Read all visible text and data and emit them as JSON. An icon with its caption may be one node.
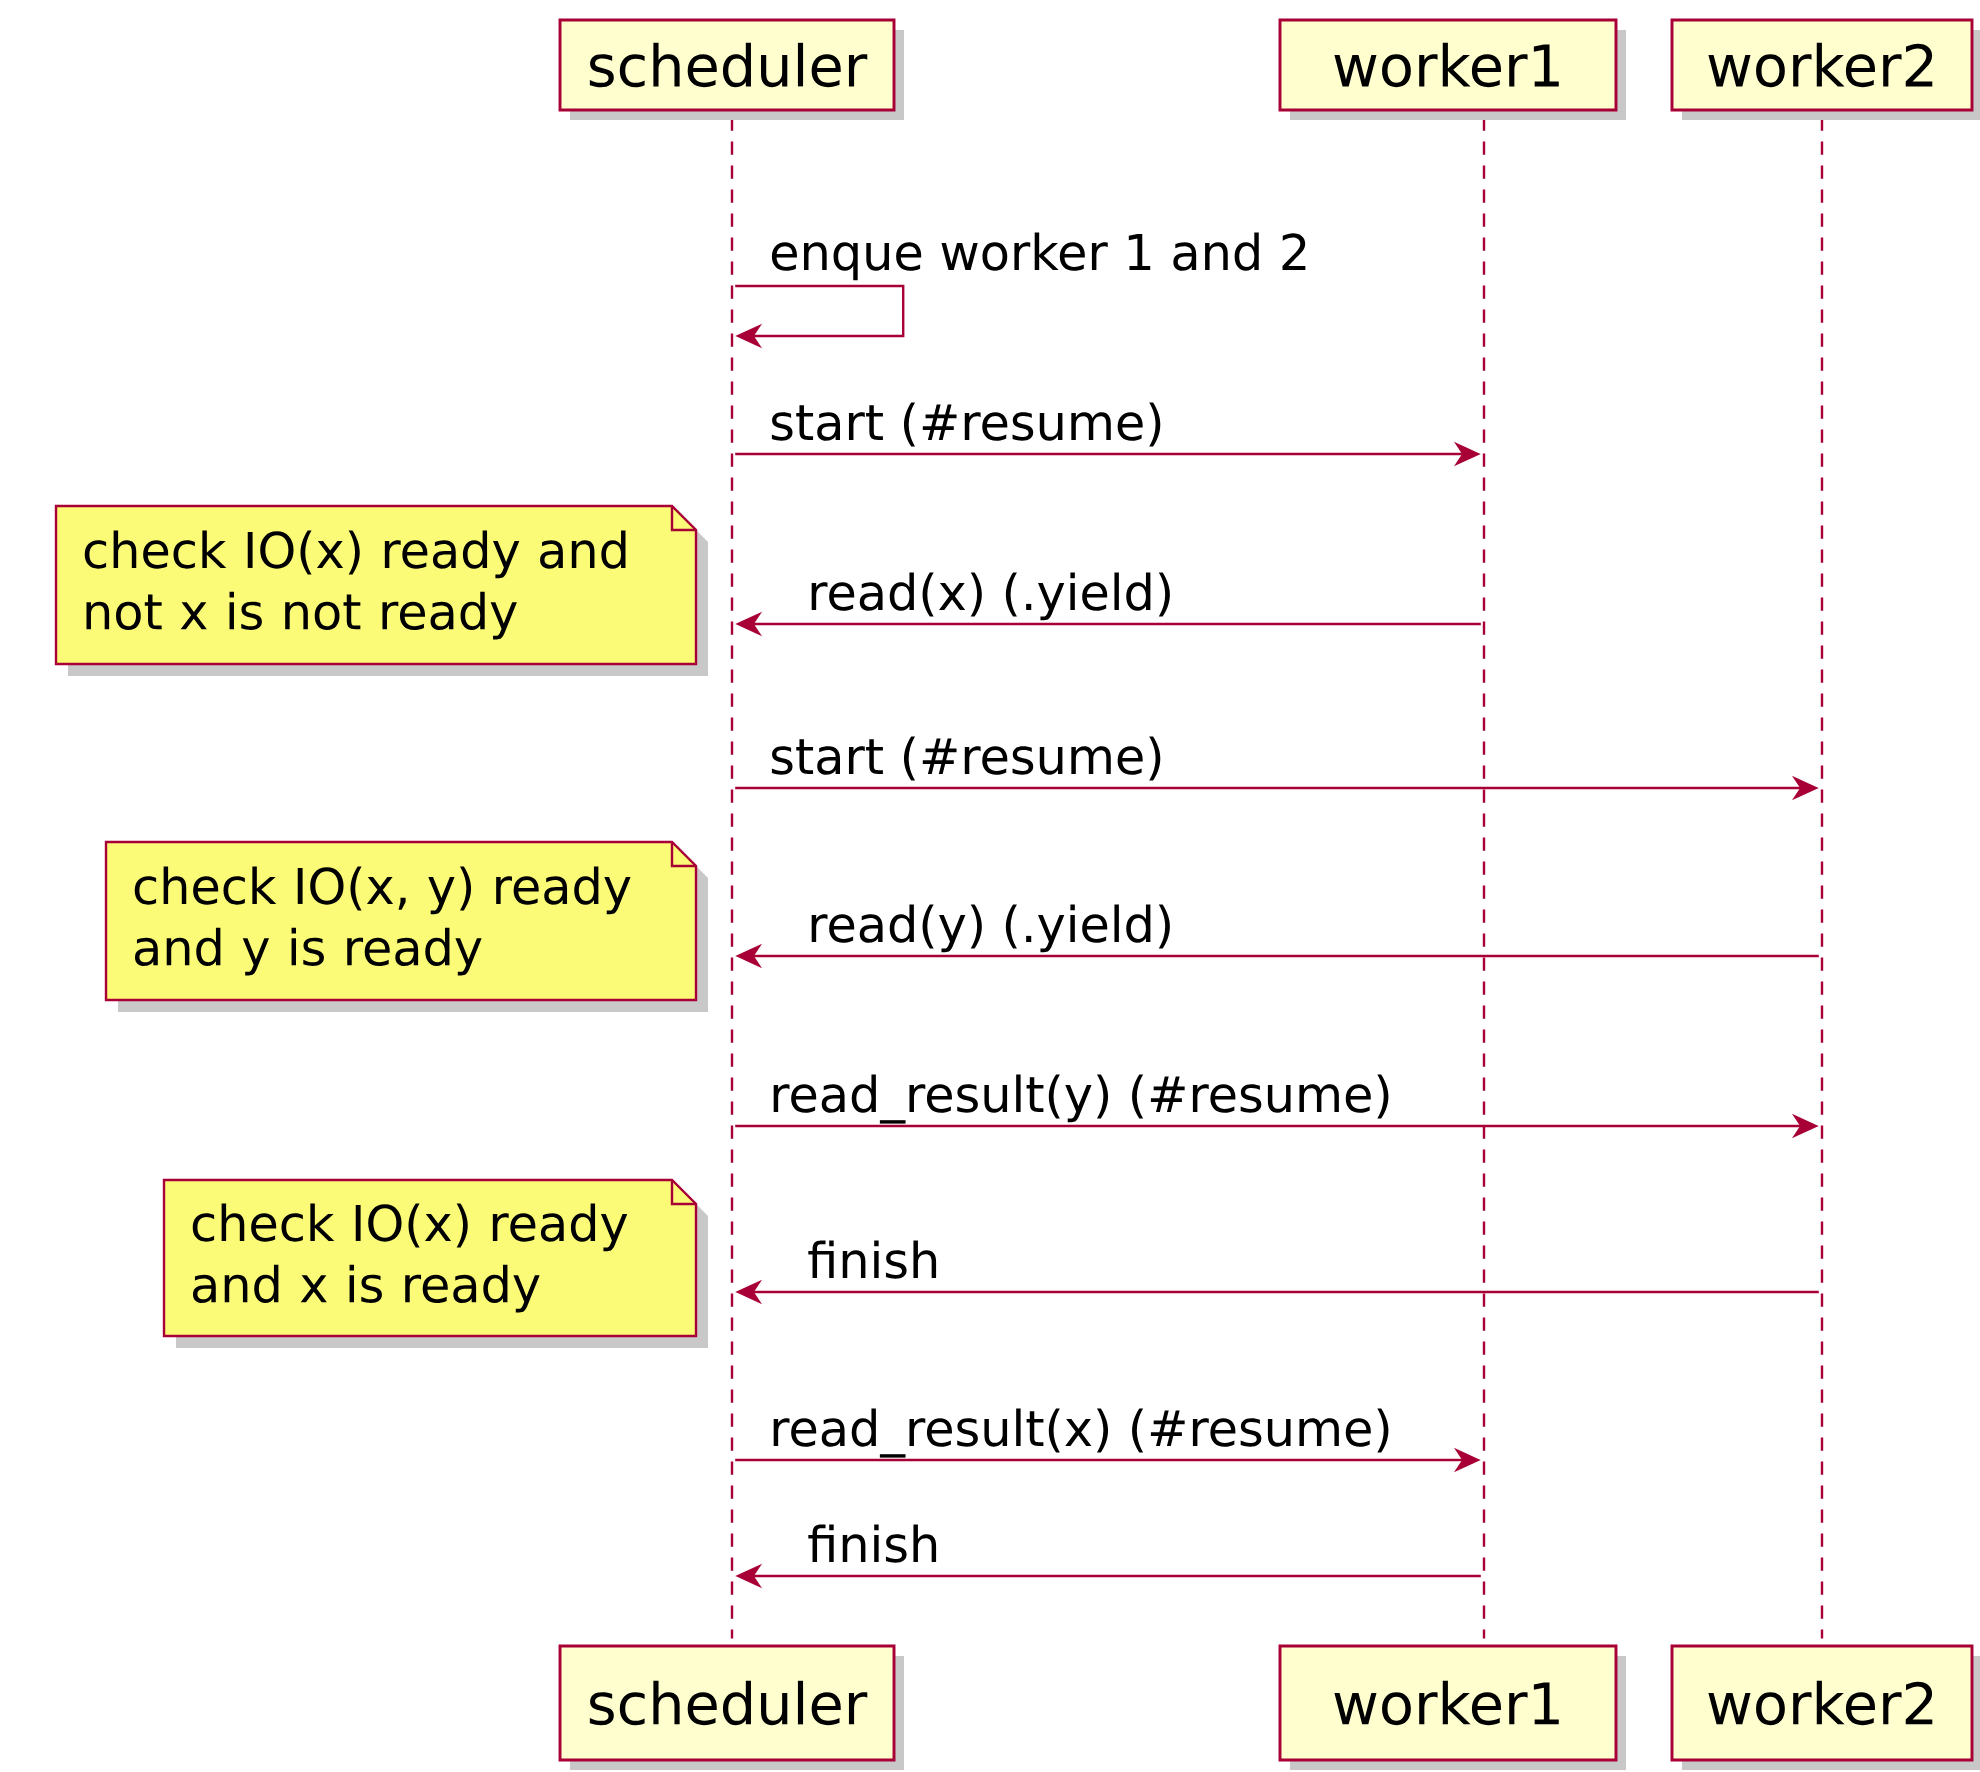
{
  "diagram": {
    "nodes": [
      {
        "text": [
          "scheduler"
        ]
      },
      {
        "text": [
          "worker1"
        ]
      },
      {
        "text": [
          "worker2"
        ]
      },
      {
        "text": [
          "scheduler"
        ]
      },
      {
        "text": [
          "worker1"
        ]
      },
      {
        "text": [
          "worker2"
        ]
      },
      {
        "text": [
          "check IO(x) ready and not x is not ready"
        ]
      },
      {
        "text": [
          "check IO(x, y) ready and y is ready"
        ]
      },
      {
        "text": [
          "check IO(x) ready and x is ready"
        ]
      },
      {
        "text": [],
        "shape": "line"
      },
      {
        "text": [],
        "shape": "line"
      },
      {
        "text": [],
        "shape": "line"
      }
    ],
    "edges": [
      {
        "from": 9,
        "to": 9,
        "arrow": "to",
        "label": "enque worker 1 and 2"
      },
      {
        "from": 9,
        "to": 10,
        "arrow": "to",
        "label": "start (#resume)"
      },
      {
        "from": 10,
        "to": 9,
        "arrow": "to",
        "label": "read(x) (.yield)"
      },
      {
        "from": 9,
        "to": 11,
        "arrow": "to",
        "label": "start (#resume)"
      },
      {
        "from": 11,
        "to": 9,
        "arrow": "to",
        "label": "read(y) (.yield)"
      },
      {
        "from": 9,
        "to": 11,
        "arrow": "to",
        "label": "read_result(y) (#resume)"
      },
      {
        "from": 11,
        "to": 9,
        "arrow": "to",
        "label": "finish"
      },
      {
        "from": 9,
        "to": 10,
        "arrow": "to",
        "label": "read_result(x) (#resume)"
      },
      {
        "from": 10,
        "to": 9,
        "arrow": "to",
        "label": "finish"
      }
    ]
  }
}
